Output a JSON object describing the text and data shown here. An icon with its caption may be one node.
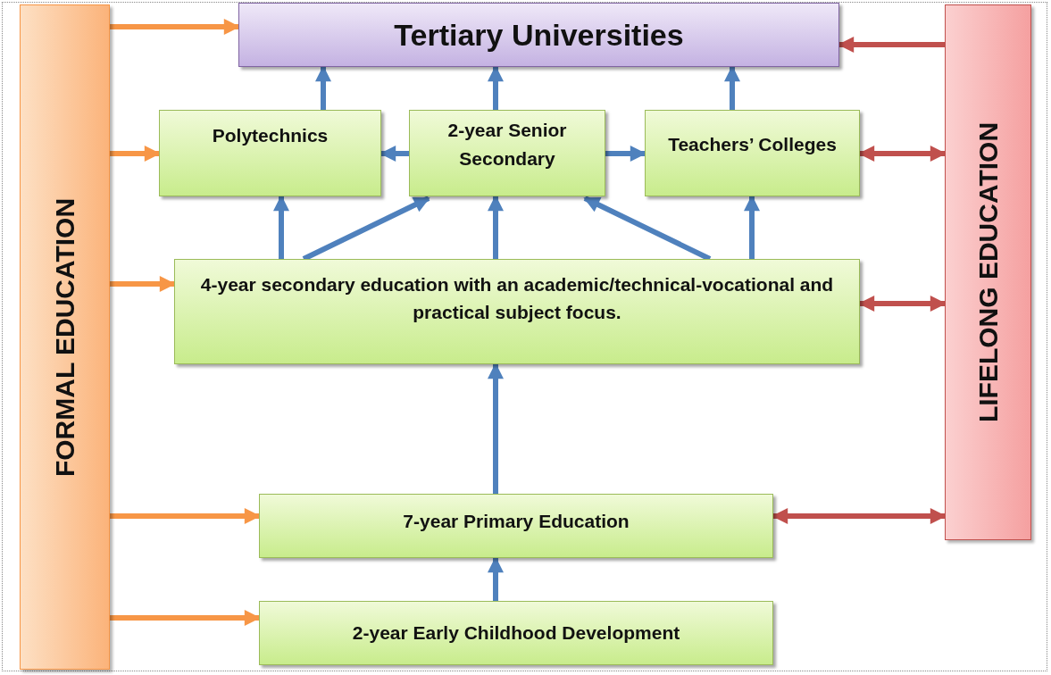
{
  "diagram": {
    "nodes": [
      {
        "text": [
          "FORMAL EDUCATION"
        ]
      },
      {
        "text": [
          "Tertiary Universities"
        ]
      },
      {
        "text": [
          "LIFELONG EDUCATION"
        ]
      },
      {
        "text": [
          "Polytechnics"
        ]
      },
      {
        "text": [
          "2-year Senior Secondary"
        ]
      },
      {
        "text": [
          "Teachers’ Colleges"
        ]
      },
      {
        "text": [
          "4-year secondary education with an academic/technical-vocational and practical subject focus."
        ]
      },
      {
        "text": [
          "7-year Primary Education"
        ]
      },
      {
        "text": [
          "2-year Early Childhood Development"
        ]
      }
    ],
    "edges": [
      {
        "from": 0,
        "to": 1,
        "arrow": "to",
        "color": "#f79646"
      },
      {
        "from": 0,
        "to": 3,
        "arrow": "to",
        "color": "#f79646"
      },
      {
        "from": 0,
        "to": 6,
        "arrow": "to",
        "color": "#f79646"
      },
      {
        "from": 0,
        "to": 7,
        "arrow": "to",
        "color": "#f79646"
      },
      {
        "from": 0,
        "to": 8,
        "arrow": "to",
        "color": "#f79646"
      },
      {
        "from": 2,
        "to": 1,
        "arrow": "to",
        "color": "#c0504d"
      },
      {
        "from": 5,
        "to": 2,
        "arrow": "both",
        "color": "#c0504d"
      },
      {
        "from": 6,
        "to": 2,
        "arrow": "both",
        "color": "#c0504d"
      },
      {
        "from": 7,
        "to": 2,
        "arrow": "both",
        "color": "#c0504d"
      },
      {
        "from": 3,
        "to": 1,
        "arrow": "to"
      },
      {
        "from": 4,
        "to": 1,
        "arrow": "to"
      },
      {
        "from": 5,
        "to": 1,
        "arrow": "to"
      },
      {
        "from": 4,
        "to": 3,
        "arrow": "to"
      },
      {
        "from": 4,
        "to": 5,
        "arrow": "to"
      },
      {
        "from": 6,
        "to": 3,
        "arrow": "to"
      },
      {
        "from": 6,
        "to": 4,
        "arrow": "to"
      },
      {
        "from": 6,
        "to": 4,
        "arrow": "to"
      },
      {
        "from": 6,
        "to": 4,
        "arrow": "to"
      },
      {
        "from": 6,
        "to": 5,
        "arrow": "to"
      },
      {
        "from": 7,
        "to": 6,
        "arrow": "to"
      },
      {
        "from": 8,
        "to": 7,
        "arrow": "to"
      }
    ]
  }
}
